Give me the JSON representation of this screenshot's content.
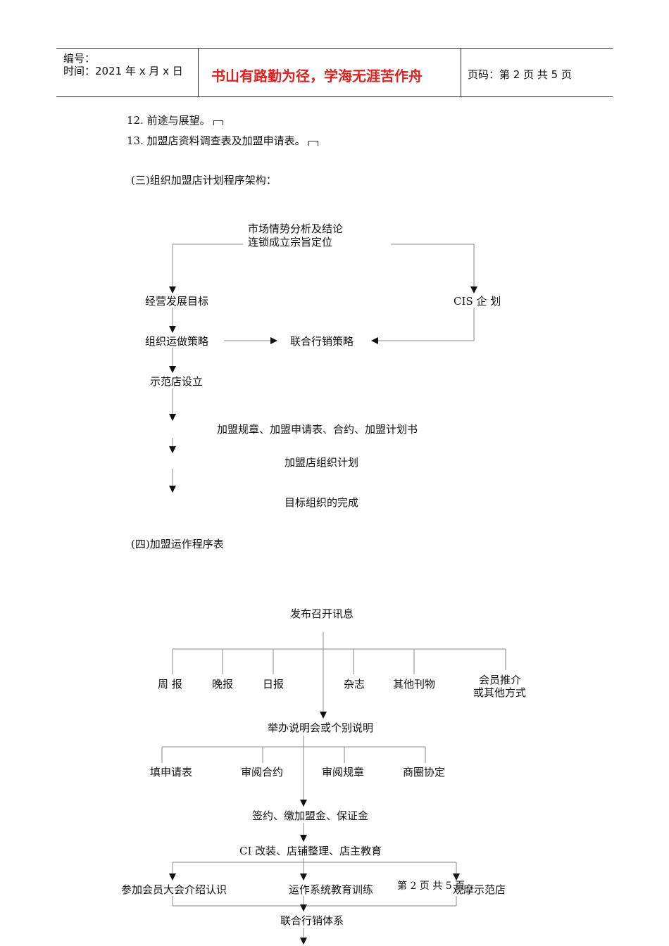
{
  "header": {
    "number_label": "编号：",
    "time_label": "时间：2021 年 x 月 x 日",
    "motto": "书山有路勤为径，学海无涯苦作舟",
    "page_info": "页码：第 2 页  共 5 页"
  },
  "items": [
    "12. 前途与展望。",
    "13. 加盟店资料调查表及加盟申请表。"
  ],
  "section3": {
    "title": "(三)组织加盟店计划程序架构：",
    "top_line1": "市场情势分析及结论",
    "top_line2": "连锁成立宗旨定位",
    "left1": "经营发展目标",
    "right1": "CIS  企  划",
    "left2": "组织运做策略",
    "center": "联合行销策略",
    "left3": "示范店设立",
    "step1": "加盟规章、加盟申请表、合约、加盟计划书",
    "step2": "加盟店组织计划",
    "step3": "目标组织的完成"
  },
  "section4": {
    "title": "(四)加盟运作程序表",
    "top": "发布召开讯息",
    "media": [
      "周  报",
      "晚报",
      "日报",
      "杂志",
      "其他刊物"
    ],
    "media_last_line1": "会员推介",
    "media_last_line2": "或其他方式",
    "meeting": "举办说明会或个别说明",
    "reviews": [
      "填申请表",
      "审阅合约",
      "审阅规章",
      "商圈协定"
    ],
    "sign": "签约、缴加盟金、保证金",
    "ci": "CI 改装、店铺整理、店主教育",
    "training": [
      "参加会员大会介绍认识",
      "运作系统教育训练",
      "观摩示范店"
    ],
    "joint": "联合行销体系"
  },
  "footer": {
    "page_text": "第  2  页  共  5  页"
  }
}
